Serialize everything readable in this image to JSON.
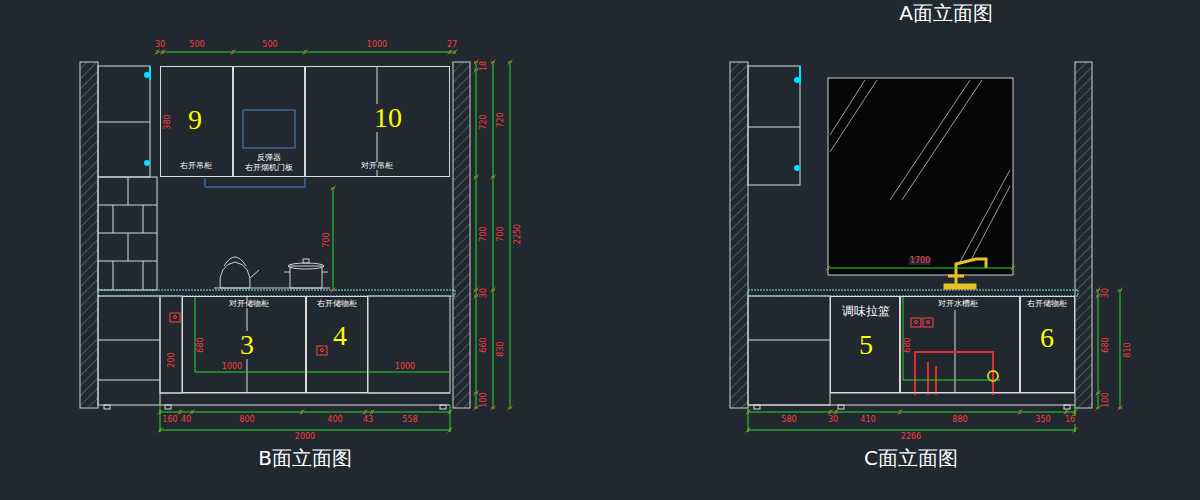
{
  "diagram": {
    "nodes": [
      {
        "text": [
          "9",
          "右开吊柜"
        ]
      },
      {
        "text": [
          "反弹器",
          "右开烟机门板"
        ]
      },
      {
        "text": [
          "10",
          "对开吊柜"
        ]
      },
      {
        "text": [
          "对开储物柜",
          "3"
        ]
      },
      {
        "text": [
          "右开储物柜",
          "4"
        ]
      },
      {
        "text": [
          "调味拉篮",
          "5"
        ]
      },
      {
        "text": [
          "对开水槽柜"
        ]
      },
      {
        "text": [
          "右开储物柜",
          "6"
        ]
      }
    ],
    "labels": [
      "30",
      "500",
      "500",
      "1000",
      "27",
      "18",
      "720",
      "700",
      "30",
      "660",
      "100",
      "720",
      "700",
      "830",
      "2250",
      "380",
      "700",
      "680",
      "200",
      "1000",
      "1000",
      "160",
      "40",
      "800",
      "400",
      "43",
      "558",
      "2000",
      "B面立面图",
      "A面立面图",
      "1700",
      "680",
      "30",
      "680",
      "100",
      "810",
      "580",
      "30",
      "410",
      "880",
      "350",
      "16",
      "2266",
      "C面立面图"
    ]
  }
}
